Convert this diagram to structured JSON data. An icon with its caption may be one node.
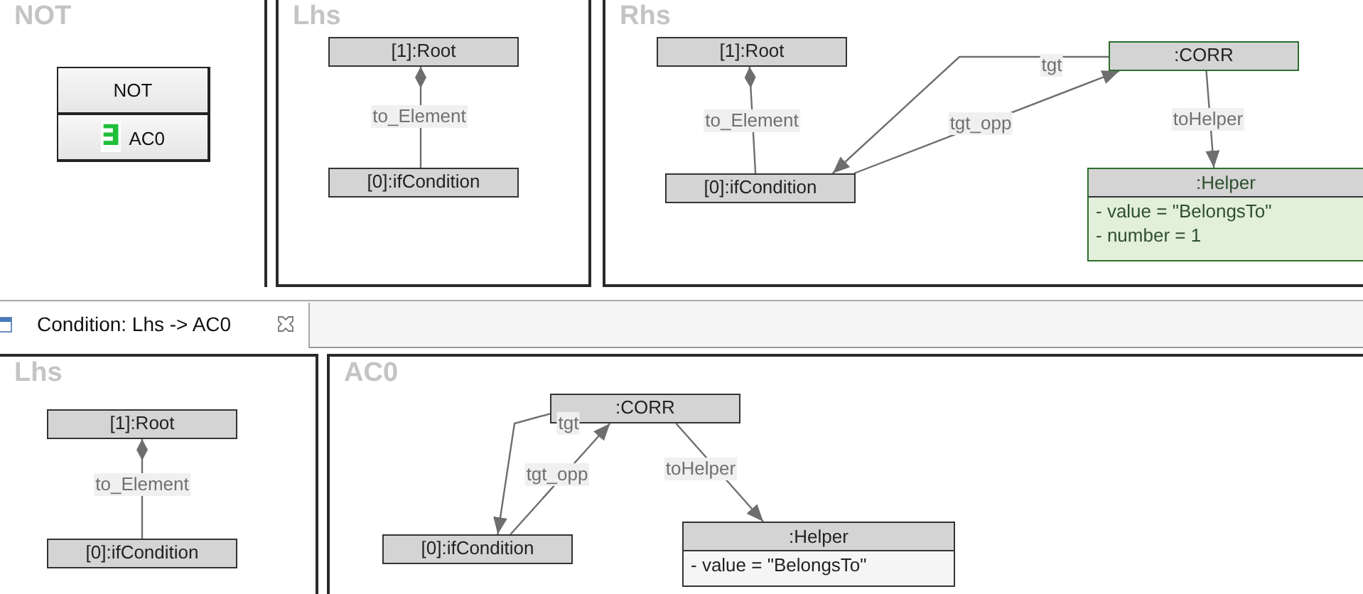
{
  "diagram": {
    "nodes": [
      {
        "text": [
          "NOT"
        ]
      },
      {
        "text": [
          "NOT",
          "∃",
          "AC0"
        ],
        "in": 0
      },
      {
        "text": [
          "Lhs"
        ]
      },
      {
        "text": [
          "[1]:Root"
        ],
        "in": 2
      },
      {
        "text": [
          "[0]:ifCondition"
        ],
        "in": 2
      },
      {
        "text": [
          "Rhs"
        ]
      },
      {
        "text": [
          "[1]:Root"
        ],
        "in": 5
      },
      {
        "text": [
          ":CORR"
        ],
        "in": 5
      },
      {
        "text": [
          "[0]:ifCondition"
        ],
        "in": 5
      },
      {
        "text": [
          ":Helper",
          "- value = \"BelongsTo\"",
          "- number = 1"
        ],
        "in": 5
      },
      {
        "text": [
          "Lhs"
        ]
      },
      {
        "text": [
          "[1]:Root"
        ],
        "in": 10
      },
      {
        "text": [
          "[0]:ifCondition"
        ],
        "in": 10
      },
      {
        "text": [
          "AC0"
        ]
      },
      {
        "text": [
          ":CORR"
        ],
        "in": 13
      },
      {
        "text": [
          "[0]:ifCondition"
        ],
        "in": 13
      },
      {
        "text": [
          ":Helper",
          "- value = \"BelongsTo\""
        ],
        "in": 13
      }
    ],
    "edges": [
      {
        "from": 3,
        "to": 4,
        "arrow": "other",
        "label": "to_Element"
      },
      {
        "from": 6,
        "to": 8,
        "arrow": "other",
        "label": "to_Element"
      },
      {
        "from": 7,
        "to": 8,
        "arrow": "to",
        "label": "tgt"
      },
      {
        "from": 8,
        "to": 7,
        "arrow": "to",
        "label": "tgt_opp"
      },
      {
        "from": 7,
        "to": 9,
        "arrow": "to",
        "label": "toHelper"
      },
      {
        "from": 11,
        "to": 12,
        "arrow": "other",
        "label": "to_Element"
      },
      {
        "from": 14,
        "to": 15,
        "arrow": "to",
        "label": "tgt"
      },
      {
        "from": 15,
        "to": 14,
        "arrow": "to",
        "label": "tgt_opp"
      },
      {
        "from": 14,
        "to": 16,
        "arrow": "to",
        "label": "toHelper"
      }
    ],
    "labels": [
      "Condition: Lhs -> AC0"
    ]
  }
}
